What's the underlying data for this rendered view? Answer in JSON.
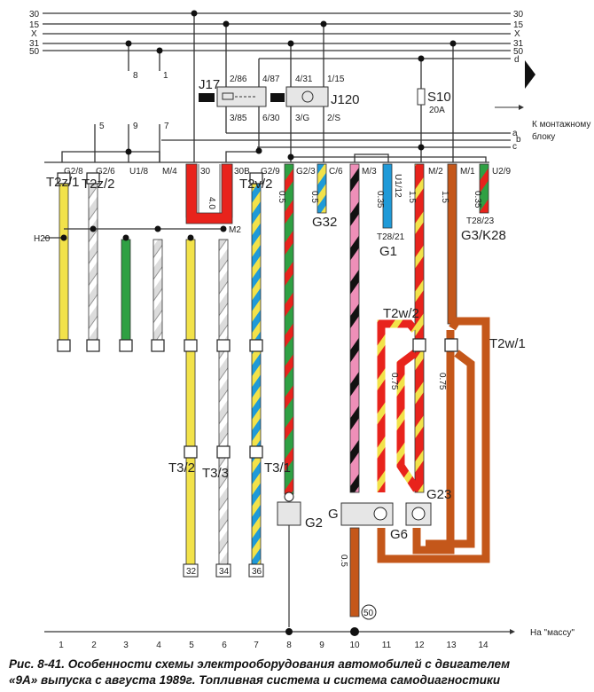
{
  "bus": {
    "left": [
      "30",
      "15",
      "X",
      "31",
      "50"
    ],
    "right": [
      "30",
      "15",
      "X",
      "31",
      "50",
      "d"
    ],
    "abc": [
      "a",
      "b",
      "c"
    ]
  },
  "components": {
    "j17": "J17",
    "j120": "J120",
    "s10": "S10",
    "s10_rating": "20A",
    "j17_pins": [
      "2/86",
      "4/87",
      "3/85",
      "6/30"
    ],
    "j120_pins": [
      "4/31",
      "1/15",
      "3/G",
      "2/S"
    ],
    "taps_top": [
      "8",
      "1"
    ],
    "taps_mid": [
      "5",
      "9",
      "7"
    ],
    "to_block_1": "К монтажному",
    "to_block_2": "блоку"
  },
  "connectors": [
    "G2/8",
    "G2/6",
    "U1/8",
    "M/4",
    "30",
    "30B",
    "G2/9",
    "G2/3",
    "C/6",
    "M/3",
    "U1/12",
    "M/2",
    "M/1",
    "U2/9"
  ],
  "wire_labels": {
    "t2z1": "T2z/1",
    "t2z2": "T2z/2",
    "t2v2": "T2v/2",
    "h20": "H20",
    "m2": "M2",
    "g32": "G32",
    "g1": "G1",
    "g3": "G3/K28",
    "t28_21": "T28/21",
    "t28_23": "T28/23",
    "t2w2": "T2w/2",
    "t2w1": "T2w/1",
    "t32": "T3/2",
    "t33": "T3/3",
    "t31": "T3/1",
    "g2": "G2",
    "g": "G",
    "g6": "G6",
    "g23": "G23",
    "box32": "32",
    "box34": "34",
    "box36": "36",
    "ground50": "50",
    "sec_05": "0.5",
    "sec_40": "4.0",
    "sec_035": "0.35",
    "sec_15": "1.5",
    "sec_075": "0.75"
  },
  "ground": {
    "label": "На \"массу\"",
    "columns": [
      "1",
      "2",
      "3",
      "4",
      "5",
      "6",
      "7",
      "8",
      "9",
      "10",
      "11",
      "12",
      "13",
      "14"
    ]
  },
  "caption": {
    "line1": "Рис. 8-41. Особенности схемы электрооборудования автомобилей с двигателем",
    "line2": "«9А» выпуска с августа 1989г. Топливная система и система самодиагностики"
  },
  "colors": {
    "red": "#e8231c",
    "yellow": "#f2e24a",
    "green": "#2fa043",
    "blue": "#1f9ad8",
    "brown": "#c4571a",
    "pink": "#ee8fb8",
    "black": "#111111",
    "grey": "#dcdcdc"
  }
}
